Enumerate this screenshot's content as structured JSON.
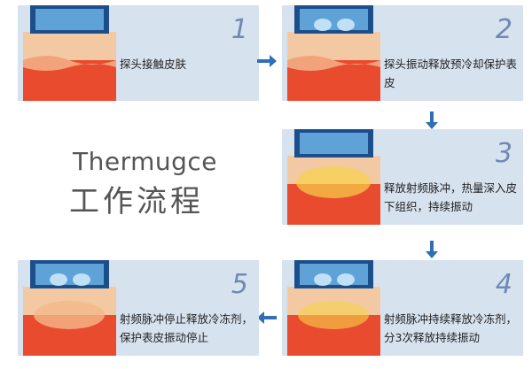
{
  "title": {
    "english": "Thermugce",
    "chinese": "工作流程"
  },
  "steps": [
    {
      "number": "1",
      "text": "探头接触皮肤"
    },
    {
      "number": "2",
      "text": "探头振动释放预冷却保护表皮"
    },
    {
      "number": "3",
      "text": "释放射频脉冲，热量深入皮下组织，持续振动"
    },
    {
      "number": "4",
      "text": "射频脉冲持续释放冷冻剂，分3次释放持续振动"
    },
    {
      "number": "5",
      "text": "射频脉冲停止释放冷冻剂，保护表皮振动停止"
    }
  ],
  "colors": {
    "card": "#d7e2ef",
    "arrow": "#2e6fb5",
    "number": "#6f89b2",
    "skin_top": "#f3c9a3",
    "skin_dermis": "#e94b2f",
    "device": "#1c4e8c",
    "heat": "#f7d24a"
  },
  "icons": [
    "device-probe-icon",
    "skin-layer-icon",
    "flow-arrow-icon"
  ]
}
